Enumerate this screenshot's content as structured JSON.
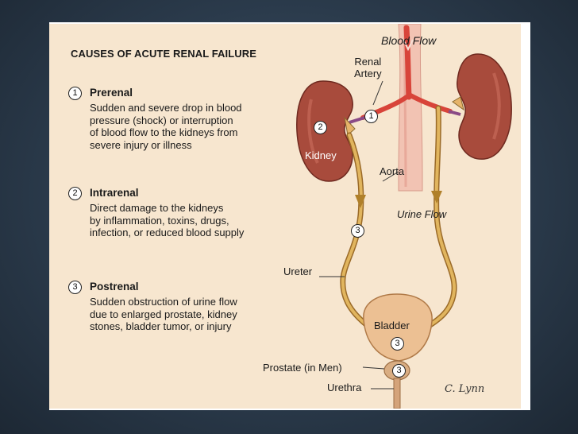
{
  "figure": {
    "heading": "CAUSES OF ACUTE RENAL FAILURE",
    "causes": [
      {
        "number": "1",
        "title": "Prerenal",
        "description": "Sudden and severe drop in blood\npressure (shock) or interruption\nof blood flow to the kidneys from\nsevere injury or illness"
      },
      {
        "number": "2",
        "title": "Intrarenal",
        "description": "Direct damage to the kidneys\nby inflammation, toxins, drugs,\ninfection, or reduced blood supply"
      },
      {
        "number": "3",
        "title": "Postrenal",
        "description": "Sudden obstruction of urine flow\ndue to enlarged prostate, kidney\nstones, bladder tumor, or injury"
      }
    ],
    "labels": {
      "blood_flow": "Blood Flow",
      "renal_artery": "Renal\nArtery",
      "kidney": "Kidney",
      "aorta": "Aorta",
      "urine_flow": "Urine Flow",
      "ureter": "Ureter",
      "bladder": "Bladder",
      "prostate": "Prostate (in Men)",
      "urethra": "Urethra"
    },
    "markers": {
      "artery": "1",
      "kidney": "2",
      "ureter": "3",
      "bladder": "3",
      "prostate": "3"
    },
    "signature": "C. Lynn",
    "colors": {
      "background": "#f7e6cf",
      "kidney": "#a64a3b",
      "aorta": "#f0b9a9",
      "artery": "#d8443a",
      "ureter": "#c99540",
      "bladder": "#ecc093",
      "slide_background": "#2b3b4c"
    }
  }
}
